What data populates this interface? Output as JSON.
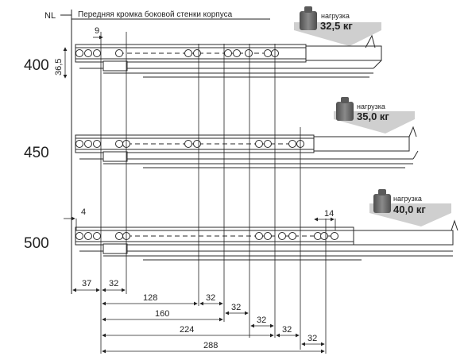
{
  "header": {
    "nl_label": "NL",
    "edge_caption": "Передняя кромка боковой стенки корпуса"
  },
  "runners": [
    {
      "length": "400",
      "load_label": "нагрузка",
      "load_value": "32,5 кг"
    },
    {
      "length": "450",
      "load_label": "нагрузка",
      "load_value": "35,0 кг"
    },
    {
      "length": "500",
      "load_label": "нагрузка",
      "load_value": "40,0 кг"
    }
  ],
  "dims": {
    "top_gap": "9",
    "height": "36,5",
    "offset_500": "4",
    "rear_spacing_500": "14",
    "front_37": "37",
    "front_32": "32",
    "d128": "128",
    "d160": "160",
    "d224": "224",
    "d288": "288",
    "s32": "32"
  },
  "colors": {
    "line": "#2a2a2a",
    "arrow": "#c8c8c8",
    "weight": "#6b6b6b"
  }
}
